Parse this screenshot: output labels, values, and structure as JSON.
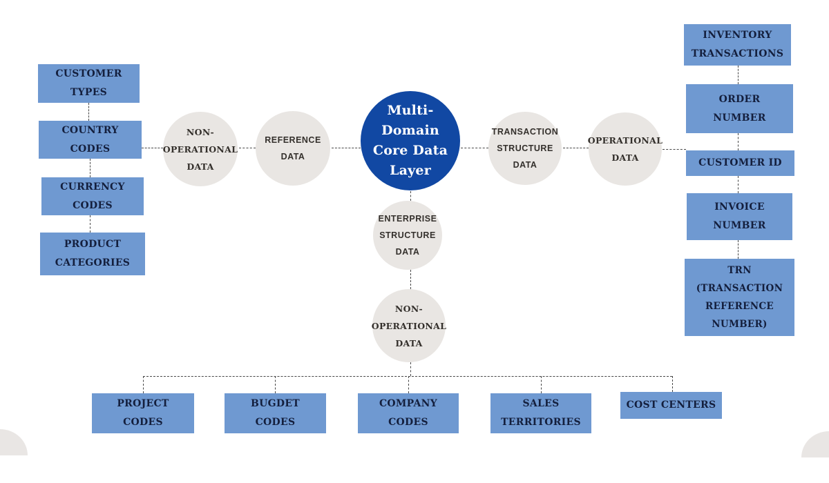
{
  "center_circle": {
    "lines": [
      "Multi-",
      "Domain",
      "Core Data",
      "Layer"
    ]
  },
  "circles": {
    "non_operational_left": {
      "lines": [
        "NON-",
        "OPERATIONAL",
        "DATA"
      ]
    },
    "reference_data": {
      "lines": [
        "REFERENCE",
        "DATA"
      ]
    },
    "transaction_structure": {
      "lines": [
        "TRANSACTION",
        "STRUCTURE",
        "DATA"
      ]
    },
    "operational_data": {
      "lines": [
        "OPERATIONAL",
        "DATA"
      ]
    },
    "enterprise_structure": {
      "lines": [
        "ENTERPRISE",
        "STRUCTURE",
        "DATA"
      ]
    },
    "non_operational_bottom": {
      "lines": [
        "NON-",
        "OPERATIONAL",
        "DATA"
      ]
    }
  },
  "left_boxes": [
    {
      "lines": [
        "CUSTOMER",
        "TYPES"
      ]
    },
    {
      "lines": [
        "COUNTRY",
        "CODES"
      ]
    },
    {
      "lines": [
        "CURRENCY",
        "CODES"
      ]
    },
    {
      "lines": [
        "PRODUCT",
        "CATEGORIES"
      ]
    }
  ],
  "right_boxes": [
    {
      "lines": [
        "INVENTORY",
        "TRANSACTIONS"
      ]
    },
    {
      "lines": [
        "ORDER",
        "NUMBER"
      ]
    },
    {
      "lines": [
        "CUSTOMER ID"
      ]
    },
    {
      "lines": [
        "INVOICE",
        "NUMBER"
      ]
    },
    {
      "lines": [
        "TRN",
        "(TRANSACTION",
        "REFERENCE",
        "NUMBER)"
      ]
    }
  ],
  "bottom_boxes": [
    {
      "lines": [
        "PROJECT",
        "CODES"
      ]
    },
    {
      "lines": [
        "BUGDET",
        "CODES"
      ]
    },
    {
      "lines": [
        "COMPANY",
        "CODES"
      ]
    },
    {
      "lines": [
        "SALES",
        "TERRITORIES"
      ]
    },
    {
      "lines": [
        "COST CENTERS"
      ]
    }
  ],
  "colors": {
    "box_blue": "#6f99d1",
    "core_blue": "#1148a3",
    "circle_gray": "#e9e6e3",
    "box_text": "#141f3d",
    "circle_text": "#34302c",
    "core_text": "#ffffff",
    "connector": "#454545",
    "background": "#ffffff"
  }
}
